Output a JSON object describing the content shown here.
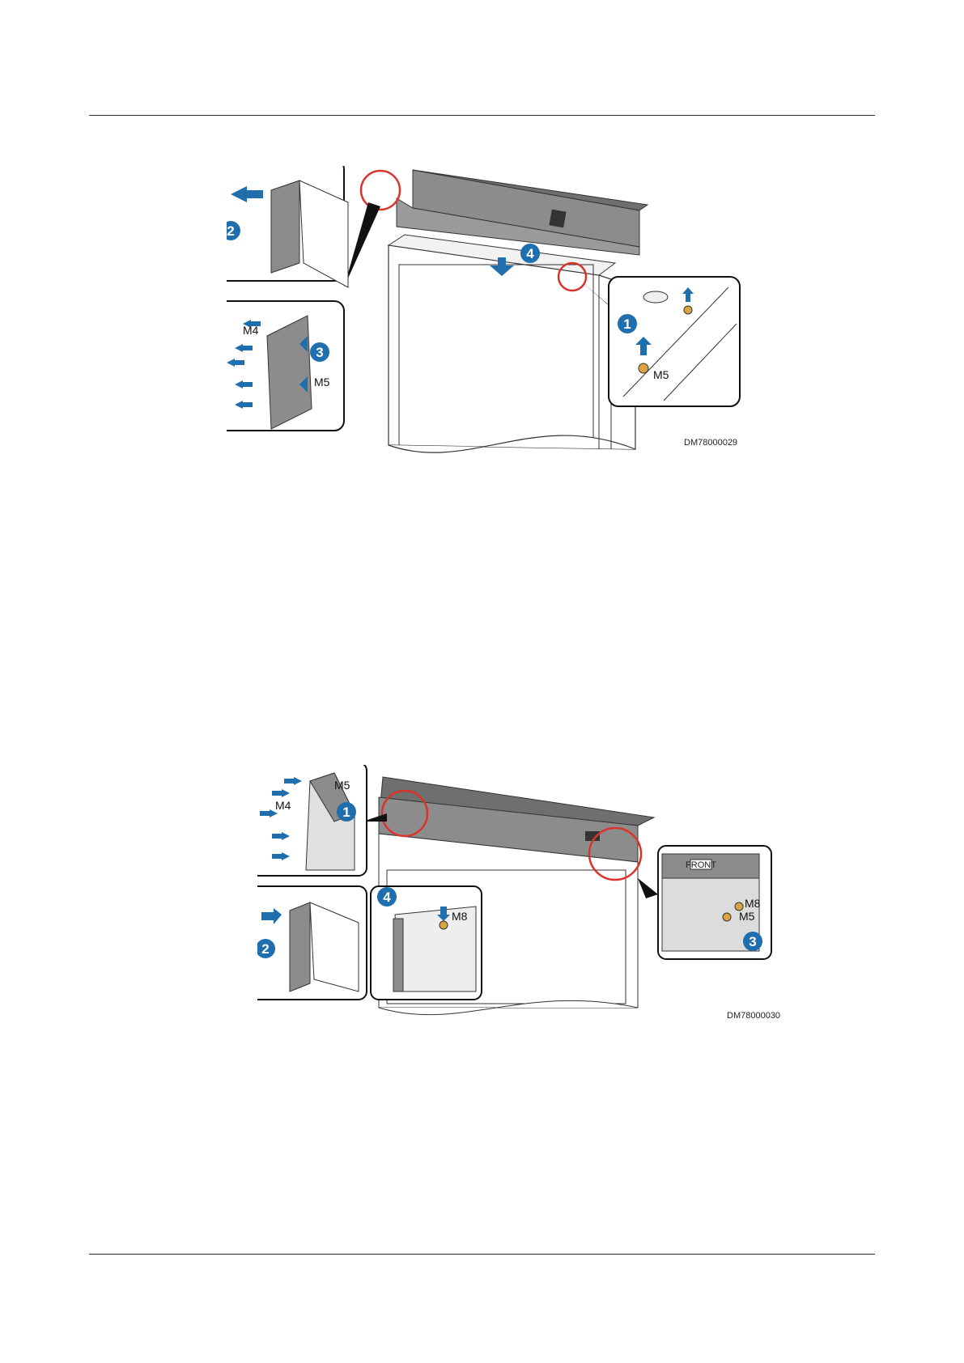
{
  "figure1": {
    "id": "DM78000029",
    "steps": [
      "1",
      "2",
      "3",
      "4"
    ],
    "screw_labels": {
      "step1": "M5",
      "step3_upper": "M4",
      "step3_lower": "M5"
    }
  },
  "figure2": {
    "id": "DM78000030",
    "steps": [
      "1",
      "2",
      "3",
      "4"
    ],
    "screw_labels": {
      "step1_upper": "M5",
      "step1_lower": "M4",
      "step3_upper": "M8",
      "step3_lower": "M5",
      "step4": "M8"
    },
    "front_marking": "FRONT"
  },
  "colors": {
    "callout": "#1f6fae",
    "highlight_circle": "#d9342b",
    "panel_gray": "#8c8c8c",
    "arrow": "#1f6fae",
    "screw_gold": "#d9a441"
  }
}
